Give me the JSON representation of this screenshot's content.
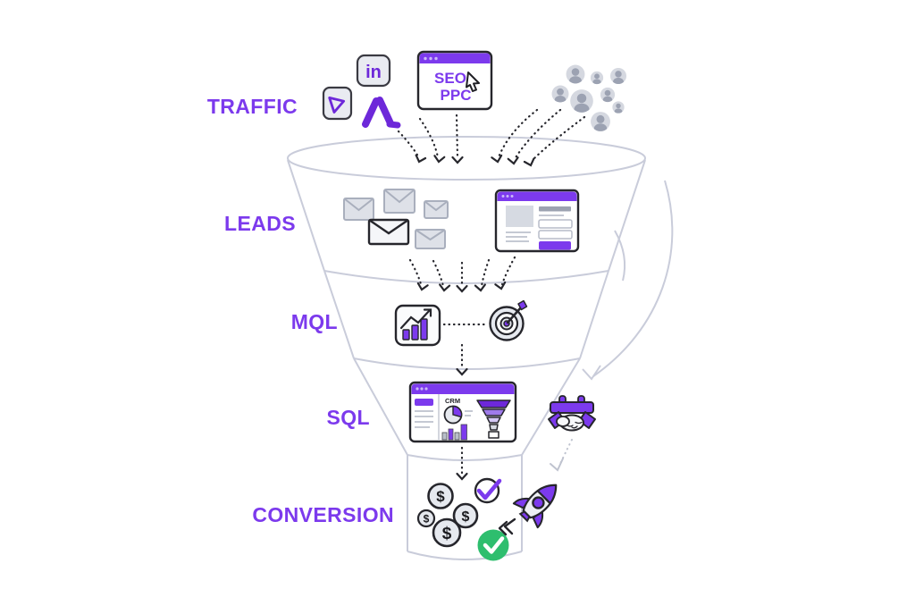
{
  "diagram": {
    "title": "marketing-funnel",
    "stages": [
      {
        "id": "traffic",
        "label": "TRAFFIC"
      },
      {
        "id": "leads",
        "label": "LEADS"
      },
      {
        "id": "mql",
        "label": "MQL"
      },
      {
        "id": "sql",
        "label": "SQL"
      },
      {
        "id": "conversion",
        "label": "CONVERSION"
      }
    ],
    "traffic": {
      "seo_ppc_window": {
        "line1": "SEO",
        "line2": "PPC"
      },
      "linkedin_glyph": "in"
    },
    "sql": {
      "crm_label": "CRM"
    },
    "conversion": {
      "dollar": "$"
    },
    "icons": [
      "microsoft-ads-icon",
      "linkedin-icon",
      "google-ads-icon",
      "seo-ppc-window",
      "cursor-icon",
      "audience-avatars-icon",
      "email-envelope-icon",
      "landing-page-window",
      "analytics-chart-icon",
      "target-icon",
      "crm-dashboard-window",
      "meeting-handshake-icon",
      "dollar-coin-icon",
      "purple-check-icon",
      "green-check-icon",
      "rocket-icon"
    ],
    "colors": {
      "accent": "#7C3AED",
      "accent_dark": "#6D28D9",
      "accent_light": "#CBB9F7",
      "funnel_outline": "#C9CCDA",
      "icon_gray_fill": "#E6E9EF",
      "gray_detail": "#9CA2B2",
      "ink": "#26262C",
      "green": "#2EBE6E"
    }
  }
}
